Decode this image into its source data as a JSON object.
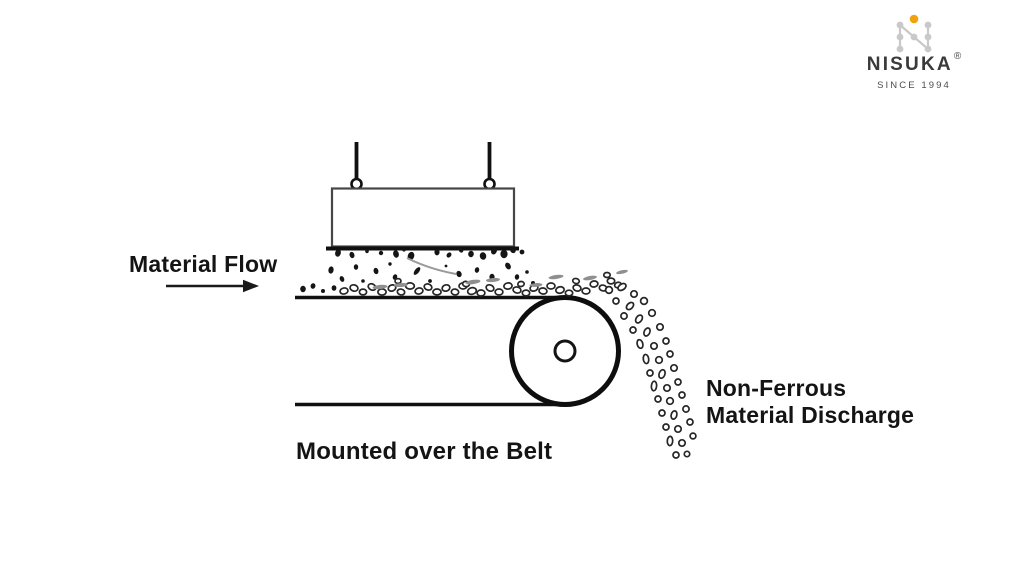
{
  "page": {
    "background": "#ffffff",
    "ink": "#141414"
  },
  "logo": {
    "brand": "NISUKA",
    "registered_mark": "®",
    "tagline": "SINCE 1994",
    "accent_orange": "#f0a30a",
    "dot_gray": "#c9c9c9",
    "text_color": "#3a3a3a"
  },
  "diagram": {
    "material_flow_label": "Material Flow",
    "mounted_label": "Mounted over the Belt",
    "discharge_label_line1": "Non-Ferrous",
    "discharge_label_line2": "Material Discharge"
  }
}
